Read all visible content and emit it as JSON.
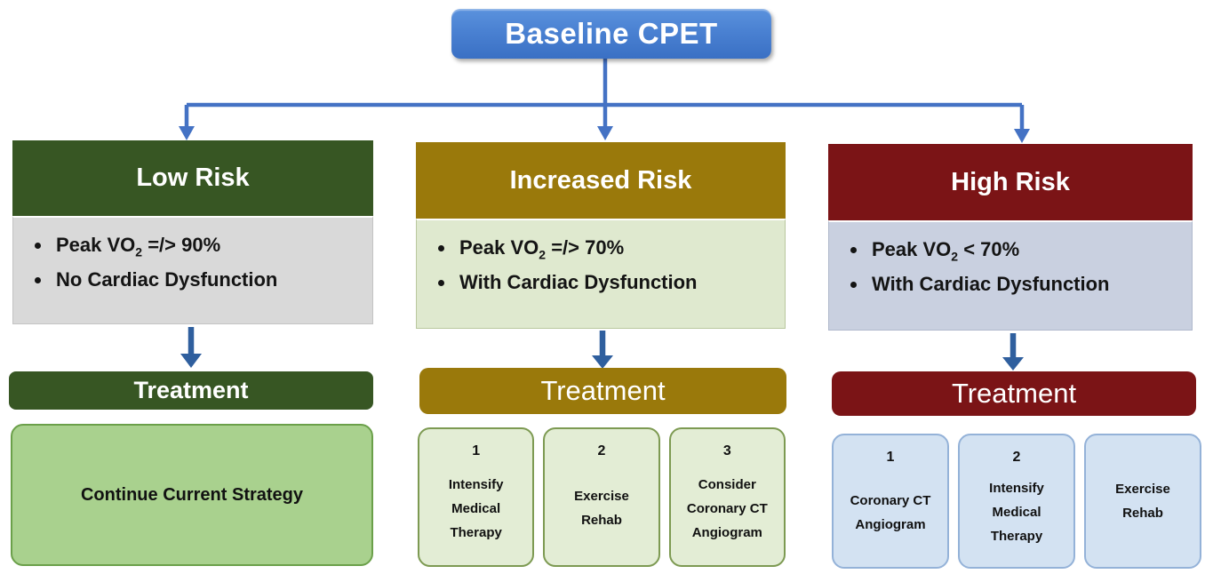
{
  "root": {
    "label": "Baseline CPET"
  },
  "colors": {
    "arrow_blue": "#4472c4",
    "root_blue_top": "#5b92dd",
    "root_blue_bottom": "#3a70c4",
    "low_dark_green": "#375623",
    "low_body_gray": "#d9d9d9",
    "low_option_green": "#a9d18e",
    "increased_gold": "#9a790b",
    "increased_body_green": "#dfe9cf",
    "increased_option_green": "#e3edd5",
    "high_dark_red": "#7b1416",
    "high_body_blue_gray": "#c9d0e0",
    "high_option_blue": "#d3e2f2"
  },
  "columns": [
    {
      "header": "Low Risk",
      "bullets": [
        {
          "pre": "Peak VO",
          "sub": "2",
          "post": " =/> 90%"
        },
        {
          "pre": "No Cardiac Dysfunction",
          "sub": "",
          "post": ""
        }
      ],
      "treatment": "Treatment",
      "options": [
        {
          "number": "",
          "lines": [
            "Continue Current Strategy"
          ]
        }
      ]
    },
    {
      "header": "Increased Risk",
      "bullets": [
        {
          "pre": "Peak VO",
          "sub": "2",
          "post": " =/> 70%"
        },
        {
          "pre": "With Cardiac Dysfunction",
          "sub": "",
          "post": ""
        }
      ],
      "treatment": "Treatment",
      "options": [
        {
          "number": "1",
          "lines": [
            "Intensify",
            "Medical",
            "Therapy"
          ]
        },
        {
          "number": "2",
          "lines": [
            "Exercise",
            "Rehab"
          ]
        },
        {
          "number": "3",
          "lines": [
            "Consider",
            "Coronary  CT",
            "Angiogram"
          ]
        }
      ]
    },
    {
      "header": "High Risk",
      "bullets": [
        {
          "pre": "Peak VO",
          "sub": "2",
          "post": " < 70%"
        },
        {
          "pre": "With Cardiac Dysfunction",
          "sub": "",
          "post": ""
        }
      ],
      "treatment": "Treatment",
      "options": [
        {
          "number": "1",
          "lines": [
            "Coronary  CT",
            "Angiogram"
          ]
        },
        {
          "number": "2",
          "lines": [
            "Intensify",
            "Medical",
            "Therapy"
          ]
        },
        {
          "number": "",
          "lines": [
            "Exercise",
            "Rehab"
          ]
        }
      ]
    }
  ]
}
